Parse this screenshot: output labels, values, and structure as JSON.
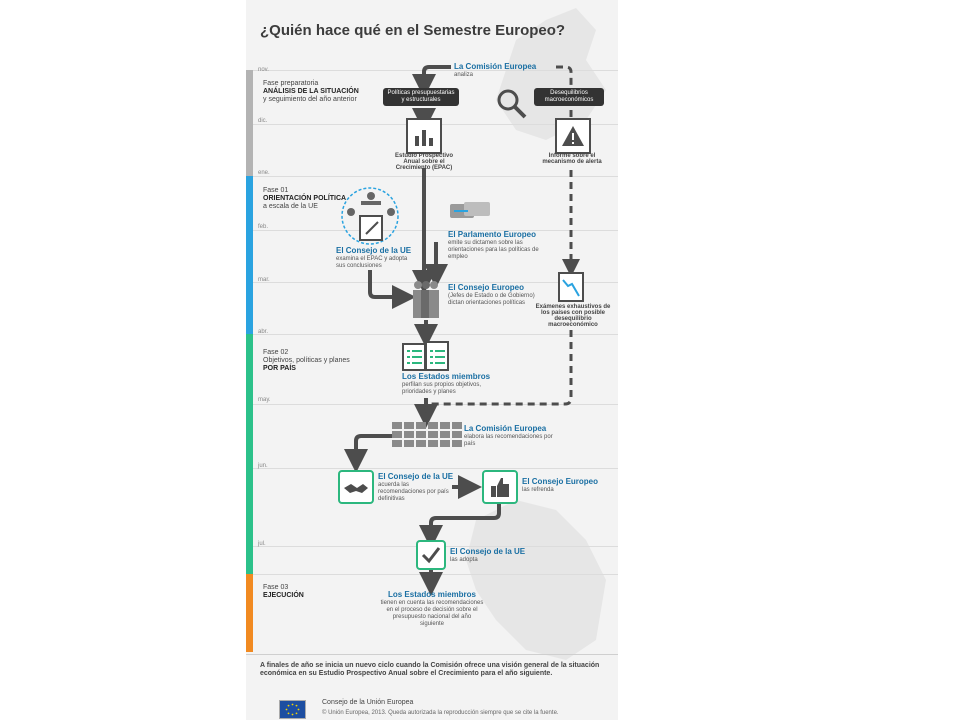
{
  "title": "¿Quién hace qué en el Semestre Europeo?",
  "colors": {
    "preparatory": "#b3b3b3",
    "phase1": "#2aa3e0",
    "phase2": "#2cc18a",
    "phase3": "#f18a21",
    "heading": "#1a6fa3",
    "arrow": "#4d4d4d",
    "icon_green": "#2cb77e"
  },
  "months": [
    "nov.",
    "dic.",
    "ene.",
    "feb.",
    "mar.",
    "abr.",
    "may.",
    "jun.",
    "jul."
  ],
  "phases": {
    "prep": {
      "title": "Fase preparatoria",
      "bold": "ANÁLISIS DE LA SITUACIÓN",
      "sub": "y seguimiento del año anterior"
    },
    "p1": {
      "title": "Fase 01",
      "bold": "ORIENTACIÓN POLÍTICA",
      "sub": "a escala de la UE"
    },
    "p2": {
      "title": "Fase 02",
      "sub": "Objetivos, políticas y planes",
      "bold": "POR PAÍS"
    },
    "p3": {
      "title": "Fase 03",
      "bold": "EJECUCIÓN"
    }
  },
  "commission1": {
    "head": "La Comisión Europea",
    "text": "analiza"
  },
  "pill_left": "Políticas presupuestarias y estructurales",
  "pill_right": "Desequilibrios macroeconómicos",
  "epac_label": "Estudio Prospectivo Anual sobre el Crecimiento (EPAC)",
  "alert_label": "Informe sobre el mecanismo de alerta",
  "council1": {
    "head": "El Consejo de la UE",
    "text": "examina el EPAC y adopta sus conclusiones"
  },
  "parliament": {
    "head": "El Parlamento Europeo",
    "text": "emite su dictamen sobre las orientaciones para las políticas de empleo"
  },
  "euco1": {
    "head": "El Consejo Europeo",
    "text": "(Jefes de Estado o de Gobierno) dictan orientaciones políticas"
  },
  "exams_label": "Exámenes exhaustivos de los países con posible desequilibrio macroeconómico",
  "members1": {
    "head": "Los Estados miembros",
    "text": "perfilan sus propios objetivos, prioridades y planes"
  },
  "commission2": {
    "head": "La Comisión Europea",
    "text": "elabora las recomendaciones por país"
  },
  "council2": {
    "head": "El Consejo de la UE",
    "text": "acuerda las recomendaciones por país definitivas"
  },
  "euco2": {
    "head": "El Consejo Europeo",
    "text": "las refrenda"
  },
  "council3": {
    "head": "El Consejo de la UE",
    "text": "las adopta"
  },
  "members2": {
    "head": "Los Estados miembros",
    "text": "tienen en cuenta las recomendaciones en el proceso de decisión sobre el presupuesto nacional del año siguiente"
  },
  "footer": {
    "note": "A finales de año se inicia un nuevo ciclo cuando la Comisión ofrece una visión general de la situación económica en su Estudio Prospectivo Anual sobre el Crecimiento para el año siguiente.",
    "org": "Consejo de la Unión Europea",
    "copyright": "© Unión Europea, 2013. Queda autorizada la reproducción siempre que se cite la fuente."
  }
}
